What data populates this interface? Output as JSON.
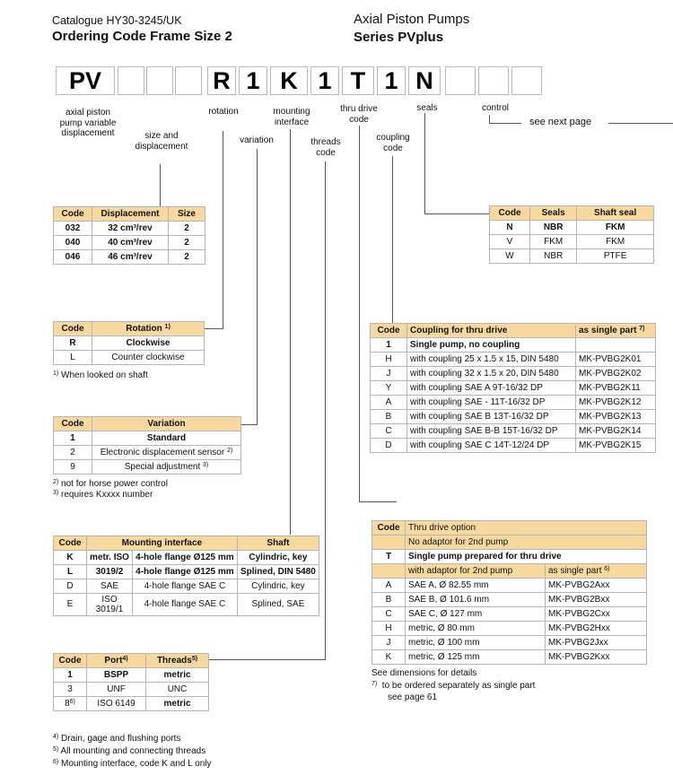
{
  "header": {
    "catalogue": "Catalogue HY30-3245/UK",
    "title": "Ordering Code Frame Size 2",
    "product": "Axial Piston Pumps",
    "series": "Series PVplus"
  },
  "code": {
    "boxes": [
      "PV",
      "",
      "",
      "",
      "R",
      "1",
      "K",
      "1",
      "T",
      "1",
      "N",
      "",
      "",
      ""
    ],
    "labels": {
      "displacement": "axial piston pump variable displacement",
      "size": "size and displacement",
      "rotation": "rotation",
      "variation": "variation",
      "mounting": "mounting interface",
      "threads": "threads code",
      "thru": "thru drive code",
      "coupling": "coupling code",
      "seals": "seals",
      "control": "control"
    },
    "see_next": "see next page"
  },
  "displacement_table": {
    "headers": [
      "Code",
      "Displacement",
      "Size"
    ],
    "rows": [
      [
        "032",
        "32 cm³/rev",
        "2"
      ],
      [
        "040",
        "40 cm³/rev",
        "2"
      ],
      [
        "046",
        "46 cm³/rev",
        "2"
      ]
    ]
  },
  "rotation_table": {
    "headers": [
      "Code",
      "Rotation"
    ],
    "header_sup": "1)",
    "rows": [
      [
        "R",
        "Clockwise"
      ],
      [
        "L",
        "Counter clockwise"
      ]
    ],
    "footnote_mark": "1)",
    "footnote": "When looked on shaft"
  },
  "variation_table": {
    "headers": [
      "Code",
      "Variation"
    ],
    "rows": [
      [
        "1",
        "Standard",
        ""
      ],
      [
        "2",
        "Electronic displacement sensor",
        "2)"
      ],
      [
        "9",
        "Special adjustment",
        "3)"
      ]
    ],
    "footnotes": [
      {
        "mark": "2)",
        "text": "not for horse power control"
      },
      {
        "mark": "3)",
        "text": "requires Kxxxx number"
      }
    ]
  },
  "mounting_table": {
    "headers": [
      "Code",
      "Mounting interface",
      "Shaft"
    ],
    "rows": [
      [
        "K",
        "metr. ISO",
        "4-hole flange Ø125 mm",
        "Cylindric, key"
      ],
      [
        "L",
        "3019/2",
        "4-hole flange Ø125 mm",
        "Splined, DIN 5480"
      ],
      [
        "D",
        "SAE",
        "4-hole flange SAE C",
        "Cylindric, key"
      ],
      [
        "E",
        "ISO 3019/1",
        "4-hole flange SAE C",
        "Splined, SAE"
      ]
    ]
  },
  "threads_table": {
    "headers": [
      "Code",
      "Port",
      "Threads"
    ],
    "header_sups": [
      "4)",
      "5)"
    ],
    "rows": [
      [
        "1",
        "",
        "BSPP",
        "metric"
      ],
      [
        "3",
        "",
        "UNF",
        "UNC"
      ],
      [
        "8",
        "6)",
        "ISO 6149",
        "metric"
      ]
    ],
    "footnotes": [
      {
        "mark": "4)",
        "text": "Drain, gage and flushing ports"
      },
      {
        "mark": "5)",
        "text": "All mounting and connecting threads"
      },
      {
        "mark": "6)",
        "text": "Mounting interface, code K and L only"
      }
    ]
  },
  "seals_table": {
    "headers": [
      "Code",
      "Seals",
      "Shaft seal"
    ],
    "rows": [
      [
        "N",
        "NBR",
        "FKM"
      ],
      [
        "V",
        "FKM",
        "FKM"
      ],
      [
        "W",
        "NBR",
        "PTFE"
      ]
    ]
  },
  "coupling_table": {
    "headers": [
      "Code",
      "Coupling for thru drive",
      "as single part"
    ],
    "header_sup": "7)",
    "rows": [
      [
        "1",
        "Single pump, no coupling",
        ""
      ],
      [
        "H",
        "with coupling 25 x 1.5 x 15, DIN 5480",
        "MK-PVBG2K01"
      ],
      [
        "J",
        "with coupling 32 x 1.5 x 20, DIN 5480",
        "MK-PVBG2K02"
      ],
      [
        "Y",
        "with coupling SAE A 9T-16/32 DP",
        "MK-PVBG2K11"
      ],
      [
        "A",
        "with coupling SAE - 11T-16/32 DP",
        "MK-PVBG2K12"
      ],
      [
        "B",
        "with coupling SAE B 13T-16/32 DP",
        "MK-PVBG2K13"
      ],
      [
        "C",
        "with coupling SAE B-B 15T-16/32 DP",
        "MK-PVBG2K14"
      ],
      [
        "D",
        "with coupling SAE C 14T-12/24 DP",
        "MK-PVBG2K15"
      ]
    ]
  },
  "thru_table": {
    "header_code": "Code",
    "header_option": "Thru drive option",
    "no_adaptor": "No adaptor for 2nd pump",
    "t_code": "T",
    "t_text": "Single pump prepared for thru drive",
    "sub_with": "with adaptor for 2nd pump",
    "sub_single": "as single part",
    "sub_sup": "6)",
    "rows": [
      [
        "A",
        "SAE A, Ø 82.55 mm",
        "MK-PVBG2Axx"
      ],
      [
        "B",
        "SAE B, Ø 101.6 mm",
        "MK-PVBG2Bxx"
      ],
      [
        "C",
        "SAE C, Ø 127 mm",
        "MK-PVBG2Cxx"
      ],
      [
        "H",
        "metric, Ø 80 mm",
        "MK-PVBG2Hxx"
      ],
      [
        "J",
        "metric, Ø 100 mm",
        "MK-PVBG2Jxx"
      ],
      [
        "K",
        "metric, Ø 125 mm",
        "MK-PVBG2Kxx"
      ]
    ],
    "note1": "See dimensions for details",
    "note2_mark": "7)",
    "note2": "to be ordered separately as single part",
    "note3": "see page 61"
  }
}
